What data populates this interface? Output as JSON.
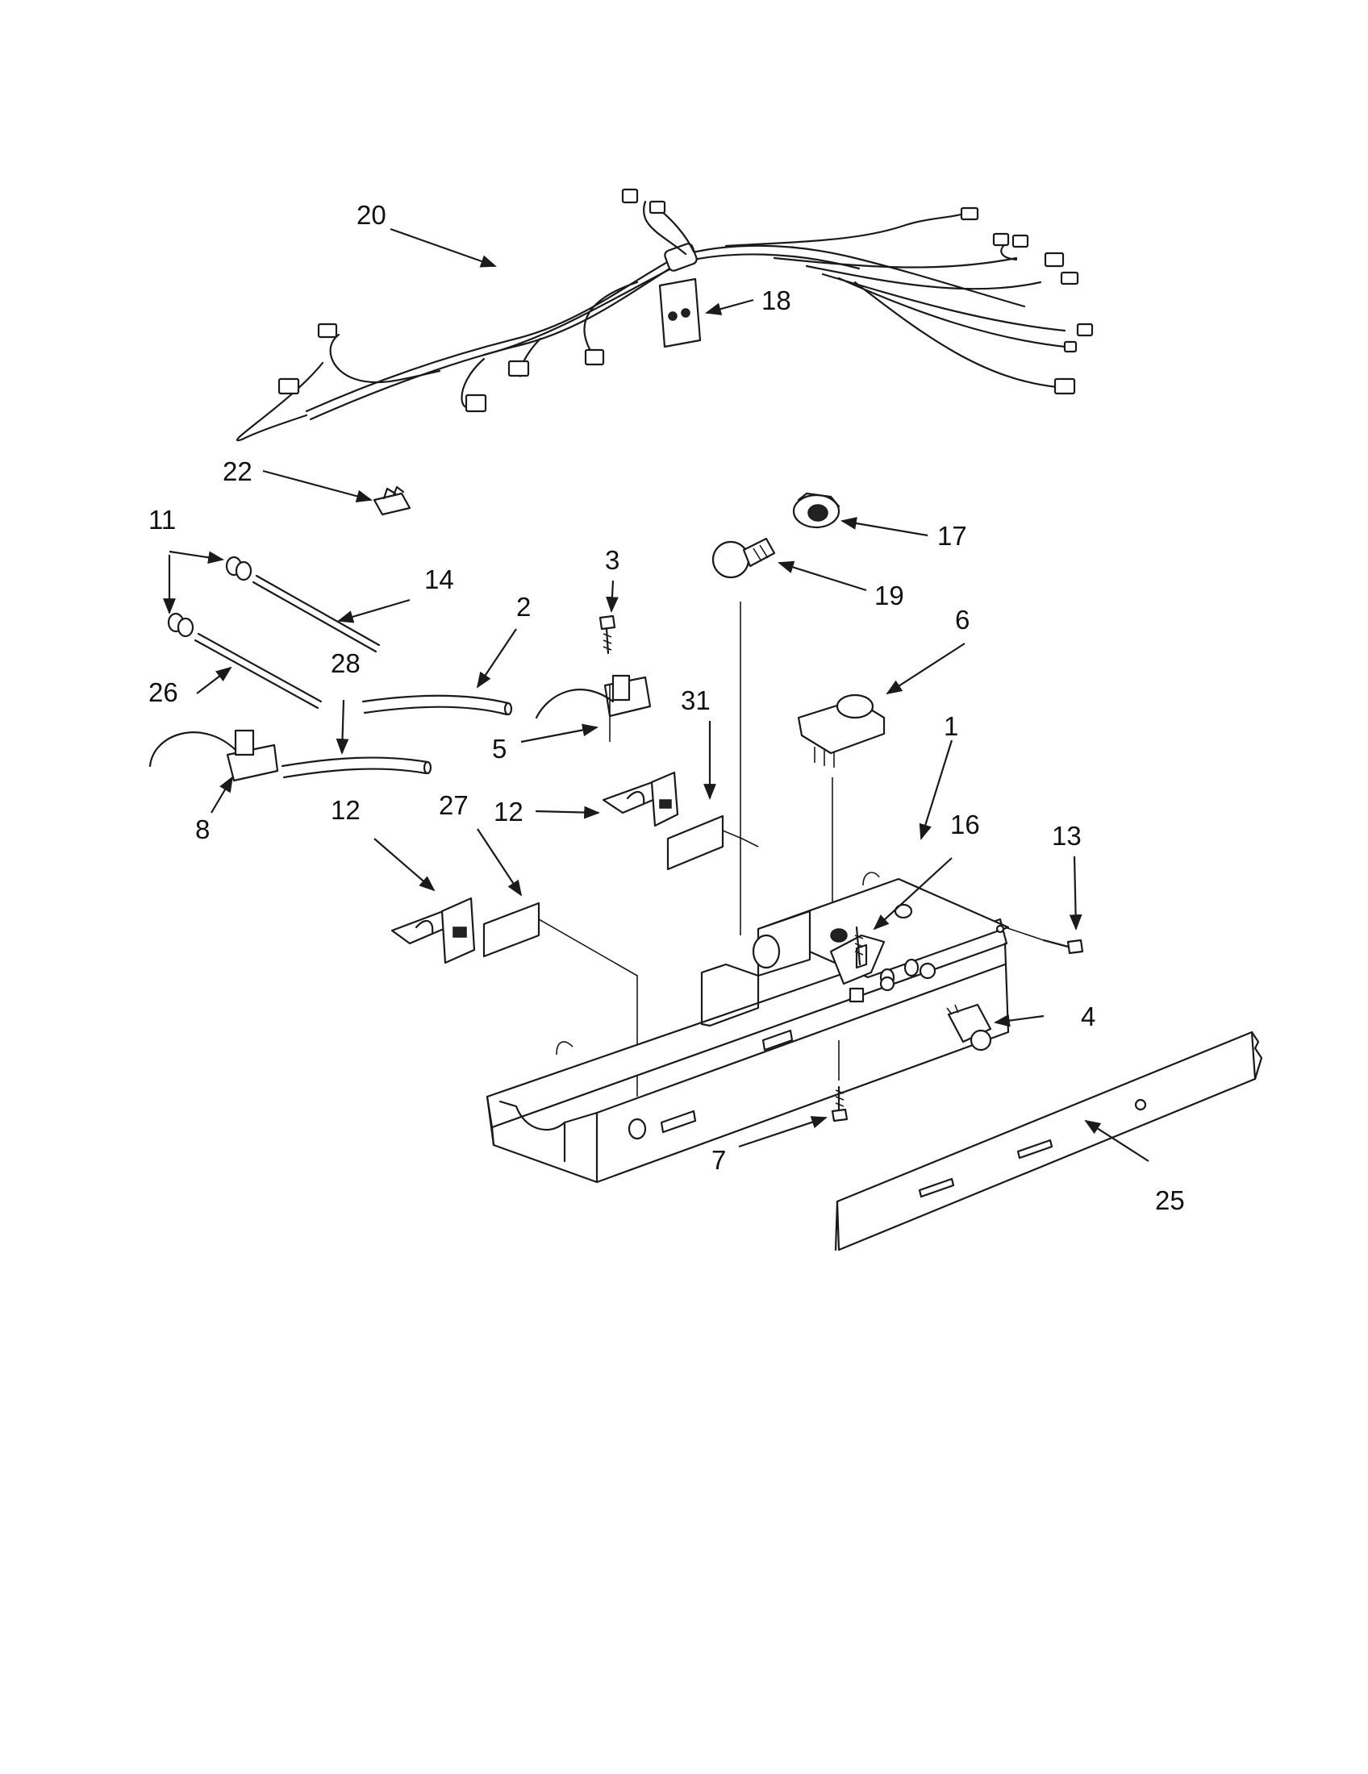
{
  "diagram": {
    "callouts": {
      "c1": "1",
      "c2": "2",
      "c3": "3",
      "c4": "4",
      "c5": "5",
      "c6": "6",
      "c7": "7",
      "c8": "8",
      "c11": "11",
      "c12a": "12",
      "c12b": "12",
      "c13": "13",
      "c14": "14",
      "c16": "16",
      "c17": "17",
      "c18": "18",
      "c19": "19",
      "c20": "20",
      "c22": "22",
      "c25": "25",
      "c26": "26",
      "c27": "27",
      "c28": "28",
      "c31": "31"
    }
  }
}
